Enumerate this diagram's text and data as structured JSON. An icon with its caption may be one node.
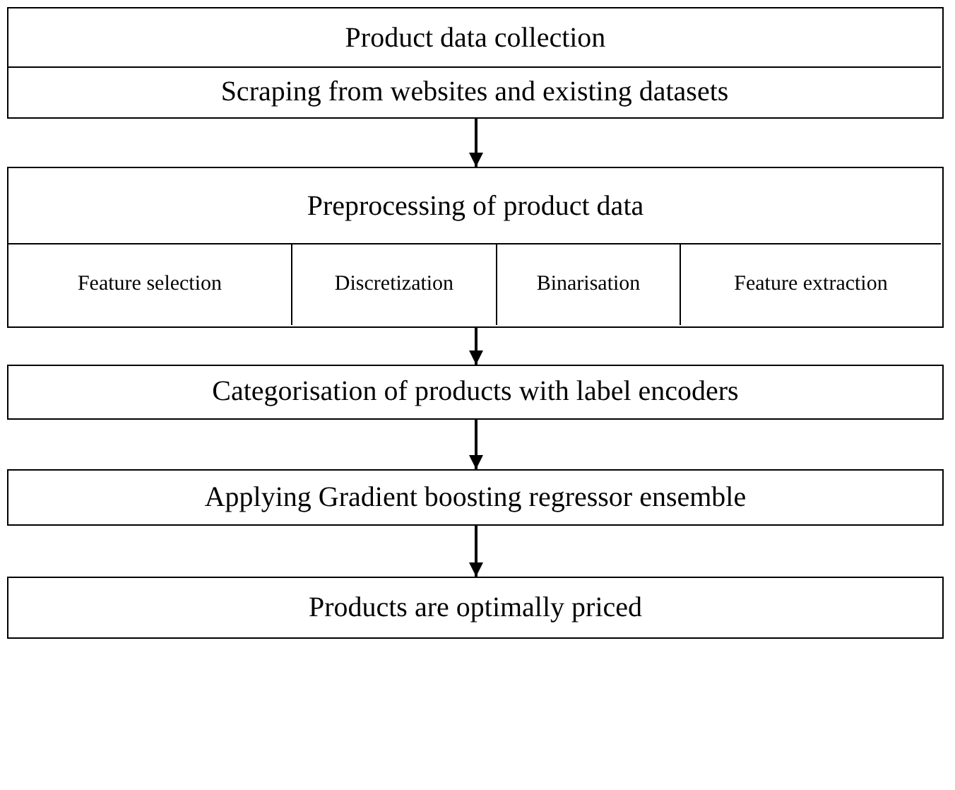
{
  "diagram": {
    "nodes": [
      {
        "text": [
          "Product data collection"
        ]
      },
      {
        "text": [
          "Scraping from websites and existing datasets"
        ],
        "in": 0
      },
      {
        "text": [
          "Preprocessing of product data"
        ]
      },
      {
        "text": [
          "Feature selection"
        ],
        "in": 2
      },
      {
        "text": [
          "Discretization"
        ],
        "in": 2
      },
      {
        "text": [
          "Binarisation"
        ],
        "in": 2
      },
      {
        "text": [
          "Feature extraction"
        ],
        "in": 2
      },
      {
        "text": [
          "Categorisation of products with label encoders"
        ]
      },
      {
        "text": [
          "Applying Gradient boosting regressor ensemble"
        ]
      },
      {
        "text": [
          "Products are optimally priced"
        ]
      }
    ],
    "edges": [
      {
        "from": 0,
        "to": 2,
        "arrow": "to"
      },
      {
        "from": 2,
        "to": 7,
        "arrow": "to"
      },
      {
        "from": 7,
        "to": 8,
        "arrow": "to"
      },
      {
        "from": 8,
        "to": 9,
        "arrow": "to"
      }
    ]
  }
}
